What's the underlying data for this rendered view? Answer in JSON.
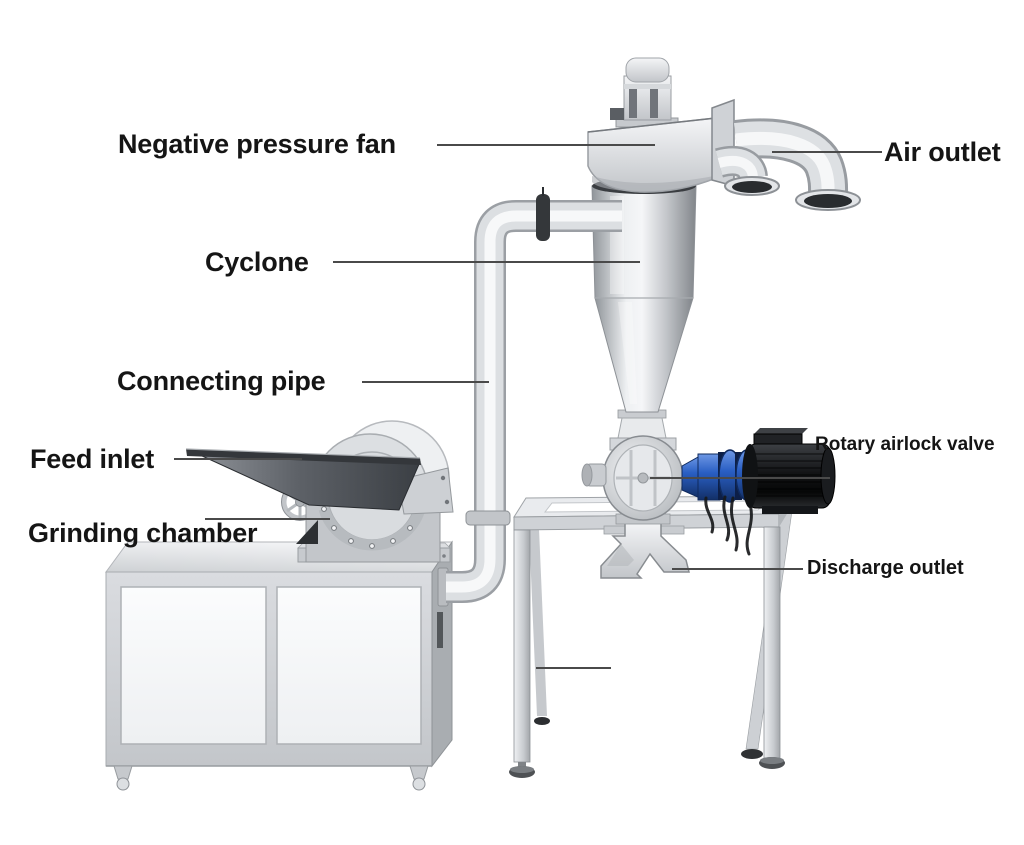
{
  "labels": {
    "negative_pressure_fan": "Negative pressure fan",
    "air_outlet": "Air outlet",
    "cyclone": "Cyclone",
    "connecting_pipe": "Connecting pipe",
    "feed_inlet": "Feed inlet",
    "grinding_chamber": "Grinding chamber",
    "rotary_airlock_valve": "Rotary airlock valve",
    "discharge_outlet": "Discharge outlet"
  },
  "colors": {
    "background": "#ffffff",
    "label_text": "#151515",
    "leader_line": "#4a4a4a",
    "steel_light": "#f2f3f5",
    "steel_mid": "#c9ccd0",
    "steel_dark": "#8f9398",
    "coupling_blue": "#2c63c2",
    "motor_black": "#141517"
  }
}
